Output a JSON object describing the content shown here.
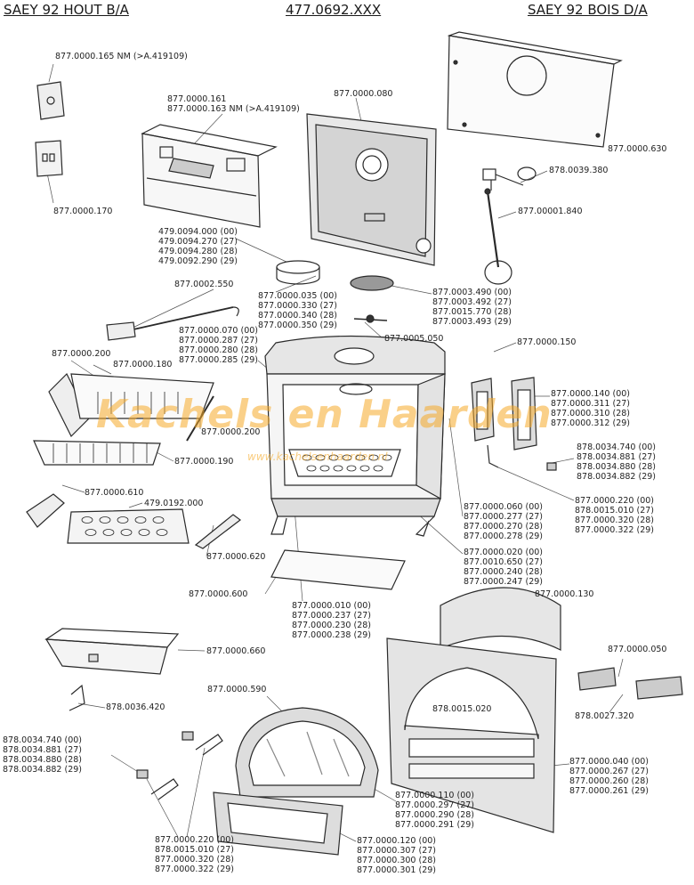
{
  "header": {
    "left": "SAEY 92 HOUT B/A",
    "center": "477.0692.XXX",
    "right": "SAEY 92 BOIS D/A"
  },
  "watermark": {
    "text": "Kachels en Haarden",
    "sub": "www.kachelsenhaarden.nl"
  },
  "labels": {
    "l01": "877.0000.165 NM (>A.419109)",
    "l02": "877.0000.170",
    "l03": "877.0000.161\n877.0000.163 NM (>A.419109)",
    "l04": "877.0000.080",
    "l05": "877.0000.630",
    "l06": "878.0039.380",
    "l07": "877.00001.840",
    "l08": "479.0094.000 (00)\n479.0094.270 (27)\n479.0094.280 (28)\n479.0092.290 (29)",
    "l09": "877.0002.550",
    "l10": "877.0000.035 (00)\n877.0000.330 (27)\n877.0000.340 (28)\n877.0000.350 (29)",
    "l11": "877.0003.490 (00)\n877.0003.492 (27)\n877.0015.770 (28)\n877.0003.493 (29)",
    "l12": "877.0005.050",
    "l13": "877.0000.070 (00)\n877.0000.287 (27)\n877.0000.280 (28)\n877.0000.285 (29)",
    "l14": "877.0000.150",
    "l15": "877.0000.200",
    "l16": "877.0000.180",
    "l17": "877.0000.140 (00)\n877.0000.311 (27)\n877.0000.310 (28)\n877.0000.312 (29)",
    "l18": "877.0000.200",
    "l19": "878.0034.740 (00)\n878.0034.881 (27)\n878.0034.880 (28)\n878.0034.882 (29)",
    "l20": "877.0000.190",
    "l21": "877.0000.610",
    "l22": "479.0192.000",
    "l23": "877.0000.220 (00)\n878.0015.010 (27)\n877.0000.320 (28)\n877.0000.322 (29)",
    "l24": "877.0000.060 (00)\n877.0000.277 (27)\n877.0000.270 (28)\n877.0000.278 (29)",
    "l25": "877.0000.020 (00)\n877.0010.650 (27)\n877.0000.240 (28)\n877.0000.247 (29)",
    "l26": "877.0000.620",
    "l27": "877.0000.600",
    "l28": "877.0000.010 (00)\n877.0000.237 (27)\n877.0000.230 (28)\n877.0000.238 (29)",
    "l29": "877.0000.130",
    "l30": "877.0000.660",
    "l31": "877.0000.050",
    "l32": "878.0036.420",
    "l33": "877.0000.590",
    "l34": "878.0015.020",
    "l35": "878.0027.320",
    "l36": "878.0034.740 (00)\n878.0034.881 (27)\n878.0034.880 (28)\n878.0034.882 (29)",
    "l37": "877.0000.040 (00)\n877.0000.267 (27)\n877.0000.260 (28)\n877.0000.261 (29)",
    "l38": "877.0000.110 (00)\n877.0000.297 (27)\n877.0000.290 (28)\n877.0000.291 (29)",
    "l39": "877.0000.220 (00)\n878.0015.010 (27)\n877.0000.320 (28)\n877.0000.322 (29)",
    "l40": "877.0000.120 (00)\n877.0000.307 (27)\n877.0000.300 (28)\n877.0000.301 (29)"
  }
}
